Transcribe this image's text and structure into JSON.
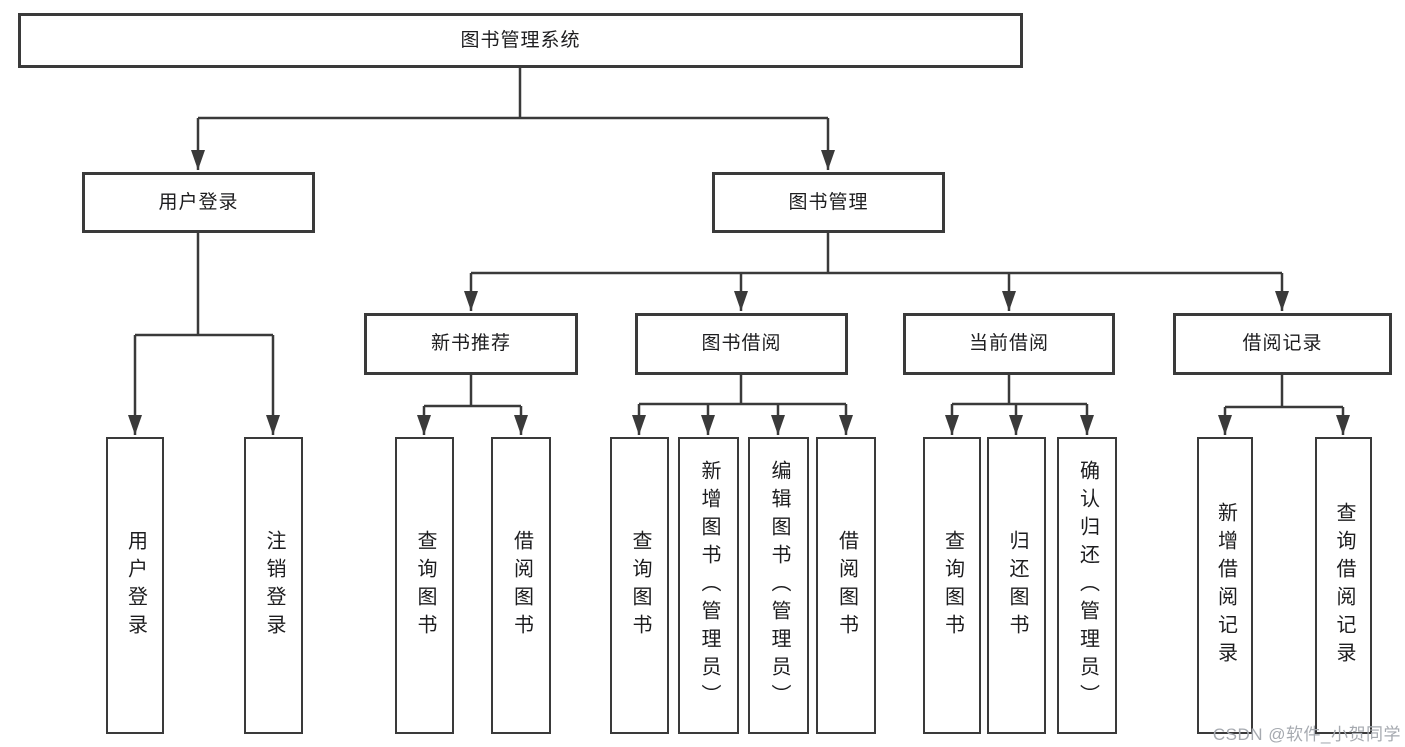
{
  "tree": {
    "label": "图书管理系统",
    "children": [
      {
        "label": "用户登录",
        "children": [
          {
            "label": "用户登录"
          },
          {
            "label": "注销登录"
          }
        ]
      },
      {
        "label": "图书管理",
        "children": [
          {
            "label": "新书推荐",
            "children": [
              {
                "label": "查询图书"
              },
              {
                "label": "借阅图书"
              }
            ]
          },
          {
            "label": "图书借阅",
            "children": [
              {
                "label": "查询图书"
              },
              {
                "label": "新增图书（管理员）"
              },
              {
                "label": "编辑图书（管理员）"
              },
              {
                "label": "借阅图书"
              }
            ]
          },
          {
            "label": "当前借阅",
            "children": [
              {
                "label": "查询图书"
              },
              {
                "label": "归还图书"
              },
              {
                "label": "确认归还（管理员）"
              }
            ]
          },
          {
            "label": "借阅记录",
            "children": [
              {
                "label": "新增借阅记录"
              },
              {
                "label": "查询借阅记录"
              }
            ]
          }
        ]
      }
    ]
  },
  "watermark": {
    "text": "CSDN @软件_小贺同学"
  },
  "colors": {
    "line": "#3a3a3a",
    "box_border": "#3a3a3a",
    "text": "#1d1d1f",
    "watermark_text": "#a6aab0",
    "background": "#ffffff"
  }
}
